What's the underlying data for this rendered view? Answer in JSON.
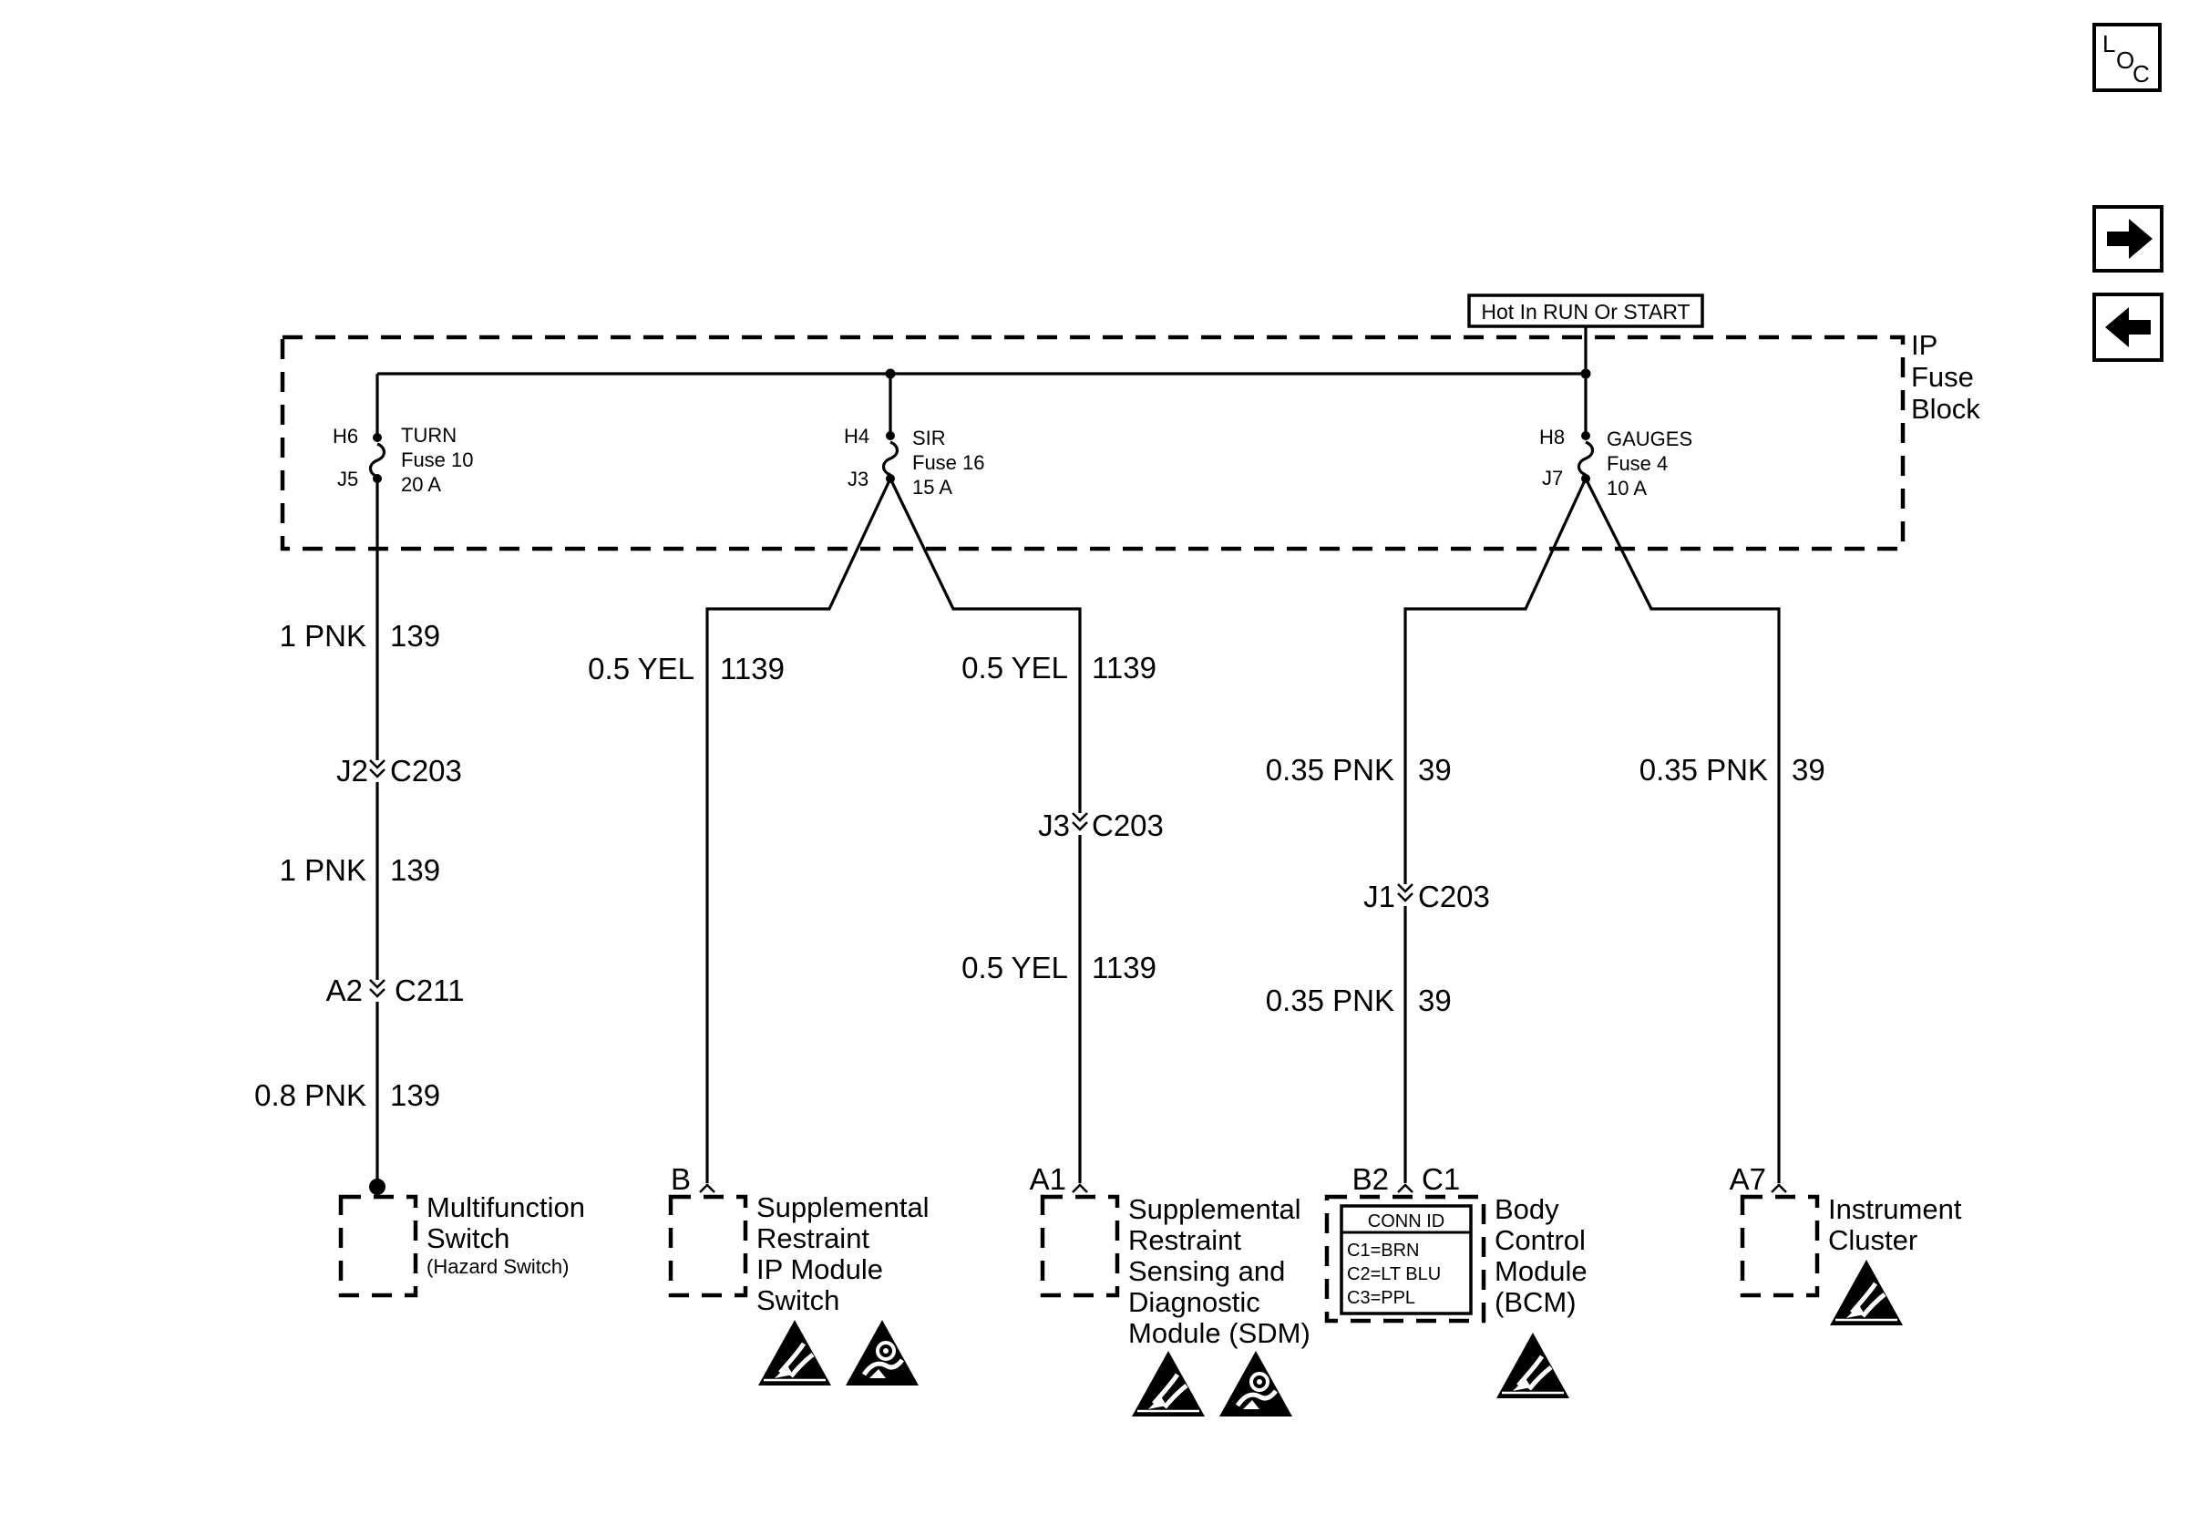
{
  "nav": {
    "loc_L": "L",
    "loc_O": "O",
    "loc_C": "C",
    "forward_icon": "arrow-right-icon",
    "back_icon": "arrow-left-icon"
  },
  "power": {
    "hot_label": "Hot In RUN Or START"
  },
  "fuse_block": {
    "line1": "IP",
    "line2": "Fuse",
    "line3": "Block"
  },
  "fuses": {
    "turn": {
      "top_pin": "H6",
      "bottom_pin": "J5",
      "name": "TURN",
      "fuse": "Fuse 10",
      "amps": "20 A"
    },
    "sir": {
      "top_pin": "H4",
      "bottom_pin": "J3",
      "name": "SIR",
      "fuse": "Fuse 16",
      "amps": "15 A"
    },
    "gauges": {
      "top_pin": "H8",
      "bottom_pin": "J7",
      "name": "GAUGES",
      "fuse": "Fuse 4",
      "amps": "10 A"
    }
  },
  "wires": {
    "w1": {
      "color": "1 PNK",
      "circuit": "139"
    },
    "w2": {
      "color": "1 PNK",
      "circuit": "139"
    },
    "w3": {
      "color": "0.8 PNK",
      "circuit": "139"
    },
    "w4": {
      "color": "0.5 YEL",
      "circuit": "1139"
    },
    "w5": {
      "color": "0.5 YEL",
      "circuit": "1139"
    },
    "w6": {
      "color": "0.5 YEL",
      "circuit": "1139"
    },
    "w7": {
      "color": "0.35 PNK",
      "circuit": "39"
    },
    "w8": {
      "color": "0.35 PNK",
      "circuit": "39"
    },
    "w9": {
      "color": "0.35 PNK",
      "circuit": "39"
    }
  },
  "connectors": {
    "c1": {
      "pin": "J2",
      "name": "C203"
    },
    "c2": {
      "pin": "A2",
      "name": "C211"
    },
    "c3": {
      "pin": "J3",
      "name": "C203"
    },
    "c4": {
      "pin": "J1",
      "name": "C203"
    }
  },
  "components": {
    "mfs": {
      "pin": "",
      "line1": "Multifunction",
      "line2": "Switch",
      "line3": "(Hazard Switch)"
    },
    "sirs": {
      "pin": "B",
      "line1": "Supplemental",
      "line2": "Restraint",
      "line3": "IP Module",
      "line4": "Switch"
    },
    "sdm": {
      "pin": "A1",
      "line1": "Supplemental",
      "line2": "Restraint",
      "line3": "Sensing and",
      "line4": "Diagnostic",
      "line5": "Module (SDM)"
    },
    "bcm": {
      "pin1": "B2",
      "pin2": "C1",
      "line1": "Body",
      "line2": "Control",
      "line3": "Module",
      "line4": "(BCM)",
      "conn_title": "CONN ID",
      "conn1": "C1=BRN",
      "conn2": "C2=LT BLU",
      "conn3": "C3=PPL"
    },
    "ic": {
      "pin": "A7",
      "line1": "Instrument",
      "line2": "Cluster"
    }
  },
  "icons": {
    "esd": "esd-warning-icon",
    "airbag": "airbag-warning-icon"
  }
}
